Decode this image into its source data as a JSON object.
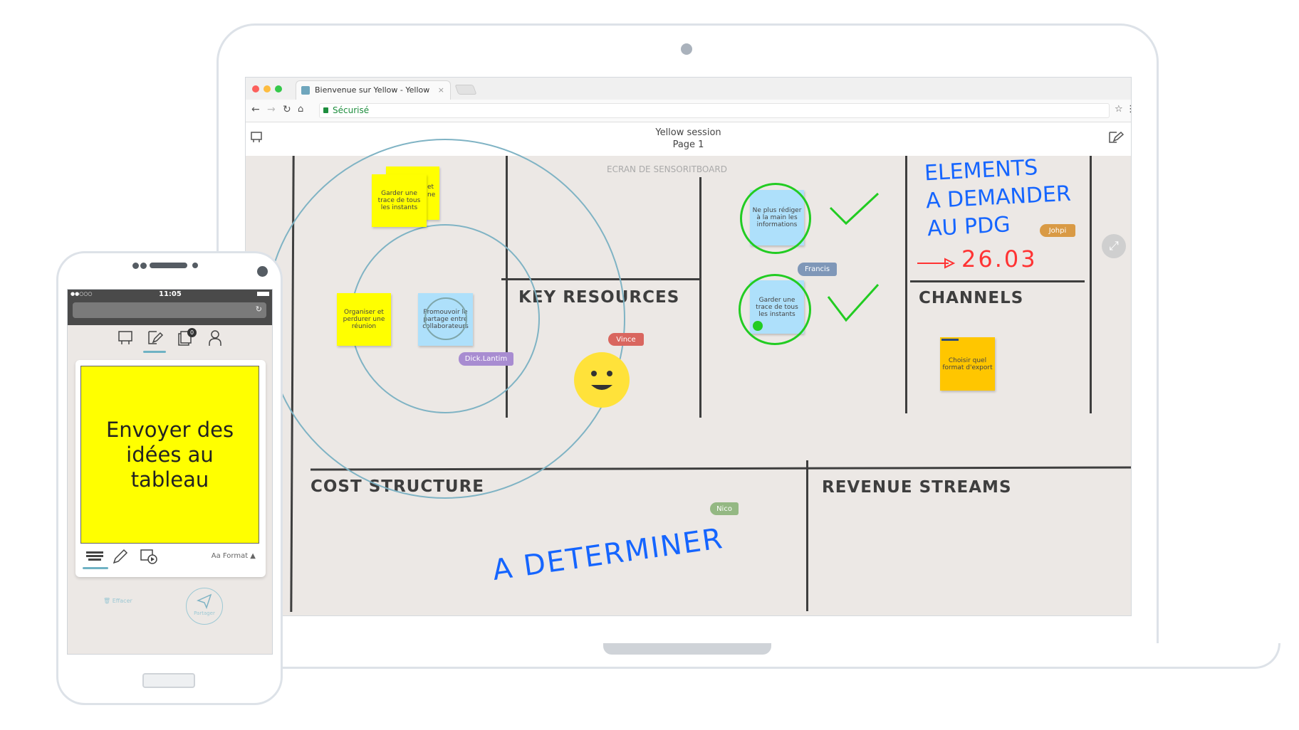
{
  "browser": {
    "tab_title": "Bienvenue sur Yellow - Yellow",
    "tab_close": "×",
    "url_security": "Sécurisé",
    "traffic_colors": [
      "#fc605c",
      "#fdbc40",
      "#34c84a"
    ]
  },
  "app": {
    "session_title": "Yellow session",
    "page_label": "Page 1"
  },
  "board": {
    "screen_label": "ECRAN DE SENSORITBOARD",
    "sections": {
      "key_resources": "KEY RESOURCES",
      "channels": "CHANNELS",
      "cost_structure": "COST STRUCTURE",
      "revenue_streams": "REVENUE STREAMS"
    },
    "notes": [
      {
        "text": "et ne",
        "color": "#ffff00"
      },
      {
        "text": "Garder une trace de tous les instants",
        "color": "#ffff00"
      },
      {
        "text": "Organiser et perdurer une réunion",
        "color": "#ffff00"
      },
      {
        "text": "Promouvoir le partage entre collaborateurs",
        "color": "#aee0fb"
      },
      {
        "text": "Ne plus rédiger à la main les informations",
        "color": "#aee0fb"
      },
      {
        "text": "Garder une trace de tous les instants",
        "color": "#aee0fb"
      },
      {
        "text": "Choisir quel format d'export",
        "color": "#ffc600"
      }
    ],
    "users": [
      {
        "name": "Dick.Lantim",
        "color": "#a88cd1"
      },
      {
        "name": "Vince",
        "color": "#d9665f"
      },
      {
        "name": "Francis",
        "color": "#7f97b8"
      },
      {
        "name": "Johpi",
        "color": "#d99a45"
      },
      {
        "name": "Nico",
        "color": "#94b883"
      }
    ],
    "handwriting": {
      "line1": "ELEMENTS",
      "line2": "A DEMANDER",
      "line3": "AU PDG",
      "date": "26.03",
      "bottom": "A DETERMINER"
    }
  },
  "phone": {
    "carrier": "●●○○○",
    "time": "11:05",
    "badge_count": "0",
    "note_text": "Envoyer des idées au tableau",
    "format_label": "Aa Format ▲",
    "erase_label": "Effacer",
    "share_label": "Partager"
  }
}
